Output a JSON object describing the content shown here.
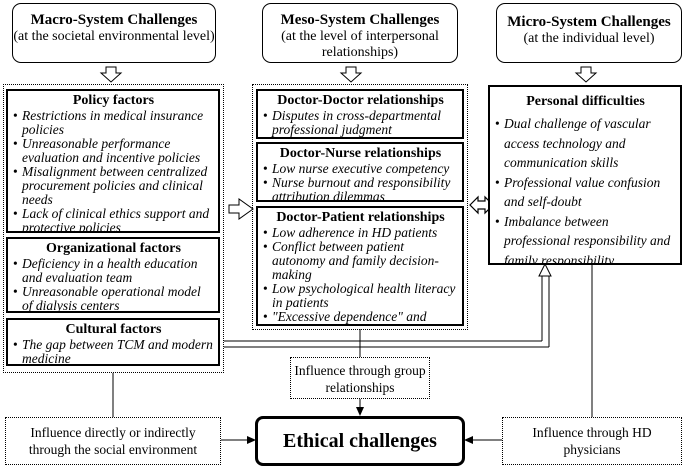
{
  "macro": {
    "header": {
      "title": "Macro-System Challenges",
      "subtitle": "(at the societal environmental level)"
    },
    "groups": [
      {
        "title": "Policy factors",
        "items": [
          "Restrictions in medical insurance policies",
          "Unreasonable performance evaluation and incentive policies",
          "Misalignment between centralized procurement policies and clinical needs",
          "Lack of clinical ethics support and protective policies"
        ]
      },
      {
        "title": "Organizational factors",
        "items": [
          "Deficiency in a health education and evaluation team",
          "Unreasonable operational model of dialysis centers"
        ]
      },
      {
        "title": "Cultural factors",
        "items": [
          "The gap between TCM and modern medicine"
        ]
      }
    ]
  },
  "meso": {
    "header": {
      "title": "Meso-System Challenges",
      "subtitle": "(at the level of interpersonal relationships)"
    },
    "groups": [
      {
        "title": "Doctor-Doctor relationships",
        "items": [
          "Disputes in cross-departmental professional judgment"
        ]
      },
      {
        "title": "Doctor-Nurse relationships",
        "items": [
          "Low nurse executive competency",
          "Nurse burnout and responsibility attribution dilemmas"
        ]
      },
      {
        "title": "Doctor-Patient relationships",
        "items": [
          "Low adherence in HD patients",
          "Conflict between patient autonomy and family decision-making",
          "Low psychological health literacy in patients",
          "\"Excessive dependence\" and \"excessive suspicion\""
        ]
      }
    ]
  },
  "micro": {
    "header": {
      "title": "Micro-System Challenges",
      "subtitle": "(at the individual level)"
    },
    "groups": [
      {
        "title": "Personal difficulties",
        "items": [
          "Dual challenge of vascular access technology and communication skills",
          "Professional value confusion and self-doubt",
          "Imbalance between professional responsibility and family responsibility"
        ]
      }
    ]
  },
  "influences": {
    "social": "Influence directly or indirectly through the social environment",
    "group": "Influence through group relationships",
    "physicians": "Influence through HD physicians"
  },
  "outcome": {
    "title": "Ethical challenges"
  }
}
